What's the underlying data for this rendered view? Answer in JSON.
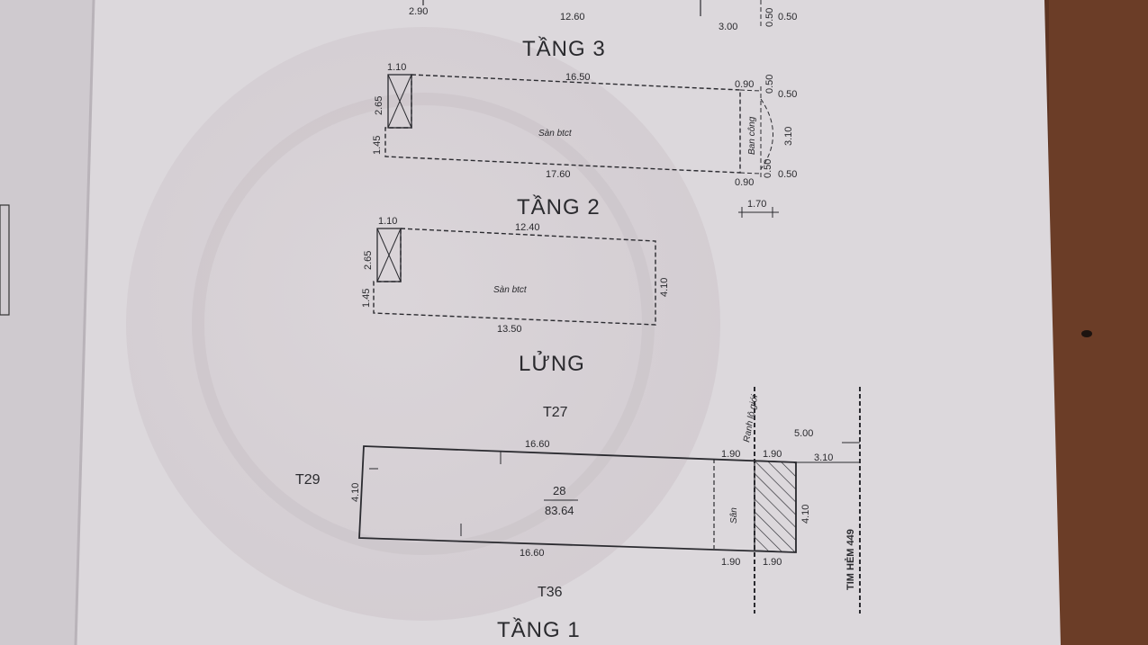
{
  "floors": {
    "tang3": {
      "title": "TẦNG 3",
      "dims": {
        "left": "2.90",
        "top": "12.60",
        "right": "3.00",
        "side_a": "0.50",
        "side_b": "0.50"
      }
    },
    "tang2": {
      "title": "TẦNG 2",
      "dims": {
        "top_left": "1.10",
        "top": "16.50",
        "top_right": "0.90",
        "right_top": "0.50",
        "right_mid": "3.10",
        "right_bottom": "0.50",
        "left_upper": "2.65",
        "left_lower": "1.45",
        "bottom": "17.60",
        "bottom_right": "0.90",
        "below": "1.70",
        "side_top_small": "0.50",
        "side_bottom_small": "0.50"
      },
      "room": "Sàn btct",
      "balcony": "Ban công"
    },
    "lung": {
      "title": "LỬNG",
      "dims": {
        "top_left": "1.10",
        "top": "12.40",
        "left_upper": "2.65",
        "left_lower": "1.45",
        "right": "4.10",
        "bottom": "13.50"
      },
      "room": "Sàn btct"
    },
    "tang1": {
      "title": "TẦNG 1",
      "neighbors": {
        "north": "T27",
        "west": "T29",
        "south": "T36"
      },
      "boundary_label": "Ranh lộ giới",
      "alley_label": "TIM HẺM 449",
      "dims": {
        "top": "16.60",
        "top_right_a": "1.90",
        "top_right_b": "1.90",
        "offset": "5.00",
        "road": "3.10",
        "left": "4.10",
        "right": "4.10",
        "bottom": "16.60",
        "bottom_right_a": "1.90",
        "bottom_right_b": "1.90"
      },
      "plot_number": "28",
      "plot_area": "83.64",
      "yard": "Sân"
    }
  }
}
